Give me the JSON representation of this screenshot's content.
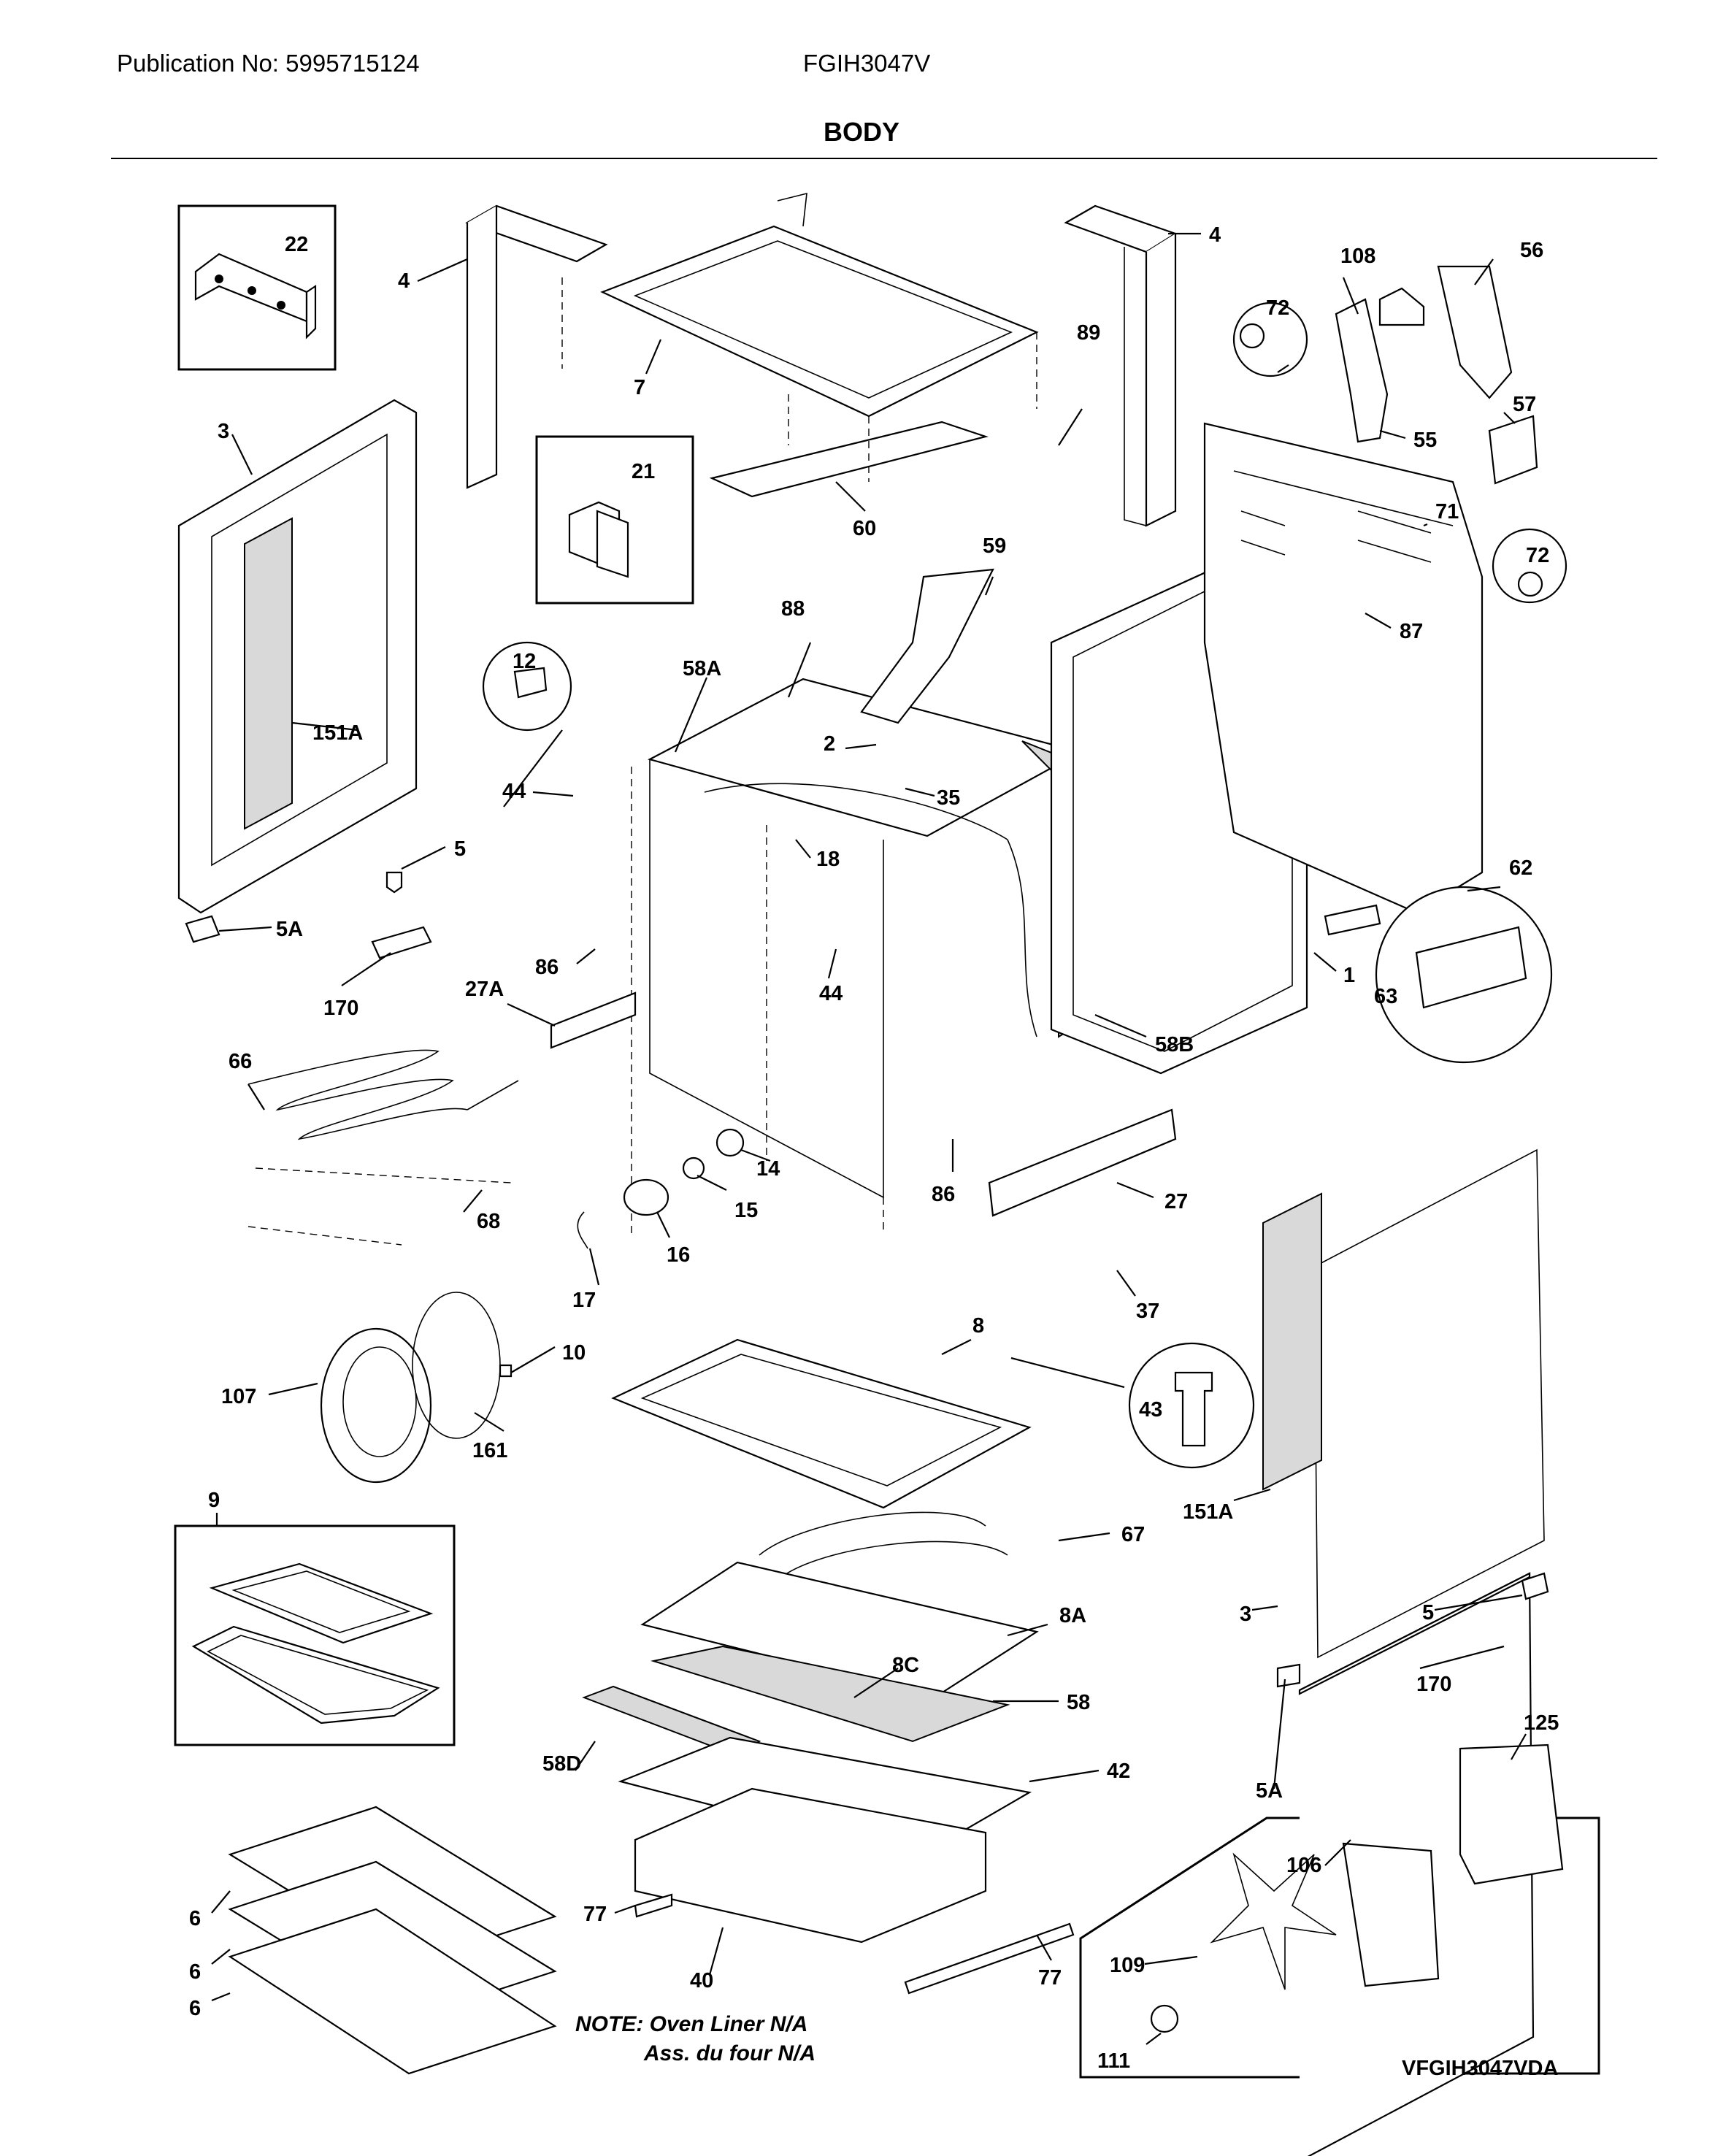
{
  "header": {
    "publication": "Publication No: 5995715124",
    "model": "FGIH3047V",
    "title": "BODY"
  },
  "callouts": {
    "c22": "22",
    "c4a": "4",
    "c4b": "4",
    "c7": "7",
    "c3a": "3",
    "c21": "21",
    "c60": "60",
    "c89": "89",
    "c108": "108",
    "c56": "56",
    "c72a": "72",
    "c55": "55",
    "c57": "57",
    "c71": "71",
    "c72b": "72",
    "c87": "87",
    "c59": "59",
    "c88": "88",
    "c58a": "58A",
    "c12": "12",
    "c2": "2",
    "c35": "35",
    "c151a_l": "151A",
    "c44a": "44",
    "c18": "18",
    "c5a": "5",
    "c5aa": "5A",
    "c86a": "86",
    "c44b": "44",
    "c170a": "170",
    "c27a": "27A",
    "c62": "62",
    "c1": "1",
    "c63": "63",
    "c58b": "58B",
    "c66": "66",
    "c14": "14",
    "c86b": "86",
    "c15": "15",
    "c27": "27",
    "c68": "68",
    "c16": "16",
    "c17": "17",
    "c37": "37",
    "c10": "10",
    "c8": "8",
    "c107": "107",
    "c43": "43",
    "c161": "161",
    "c151a_r": "151A",
    "c9": "9",
    "c67": "67",
    "c3b": "3",
    "c5b": "5",
    "c8a": "8A",
    "c8c": "8C",
    "c170b": "170",
    "c58": "58",
    "c125": "125",
    "c58d": "58D",
    "c42": "42",
    "c5ab": "5A",
    "c106": "106",
    "c6a": "6",
    "c6b": "6",
    "c77a": "77",
    "c77b": "77",
    "c109": "109",
    "c40": "40",
    "c6c": "6",
    "c111": "111"
  },
  "note": {
    "line1": "NOTE: Oven Liner N/A",
    "line2": "Ass. du four N/A"
  },
  "drawing_id": "VFGIH3047VDA"
}
